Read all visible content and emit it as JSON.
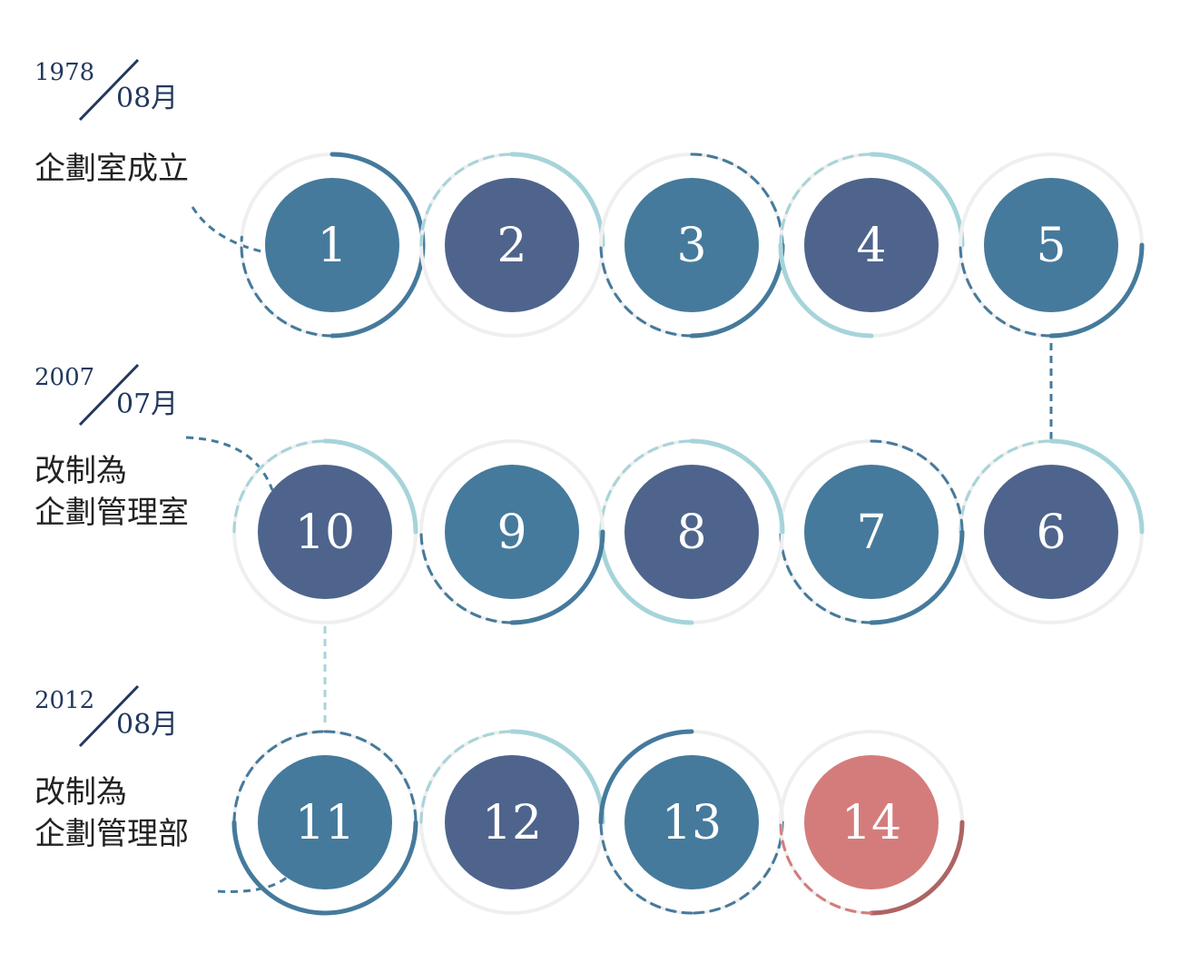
{
  "milestones": [
    {
      "year": "1978",
      "month": "08月",
      "lines": [
        "企劃室成立"
      ]
    },
    {
      "year": "2007",
      "month": "07月",
      "lines": [
        "改制為",
        "企劃管理室"
      ]
    },
    {
      "year": "2012",
      "month": "08月",
      "lines": [
        "改制為",
        "企劃管理部"
      ]
    }
  ],
  "nodes": [
    "1",
    "2",
    "3",
    "4",
    "5",
    "6",
    "7",
    "8",
    "9",
    "10",
    "11",
    "12",
    "13",
    "14"
  ],
  "colors": {
    "steel_blue": "#457a9c",
    "slate_blue": "#4e648c",
    "coral": "#d47c7c",
    "coral_dark": "#ad6464",
    "light_teal": "#a6d4da",
    "ring_gray": "#efefef",
    "navy_text": "#22385e"
  }
}
